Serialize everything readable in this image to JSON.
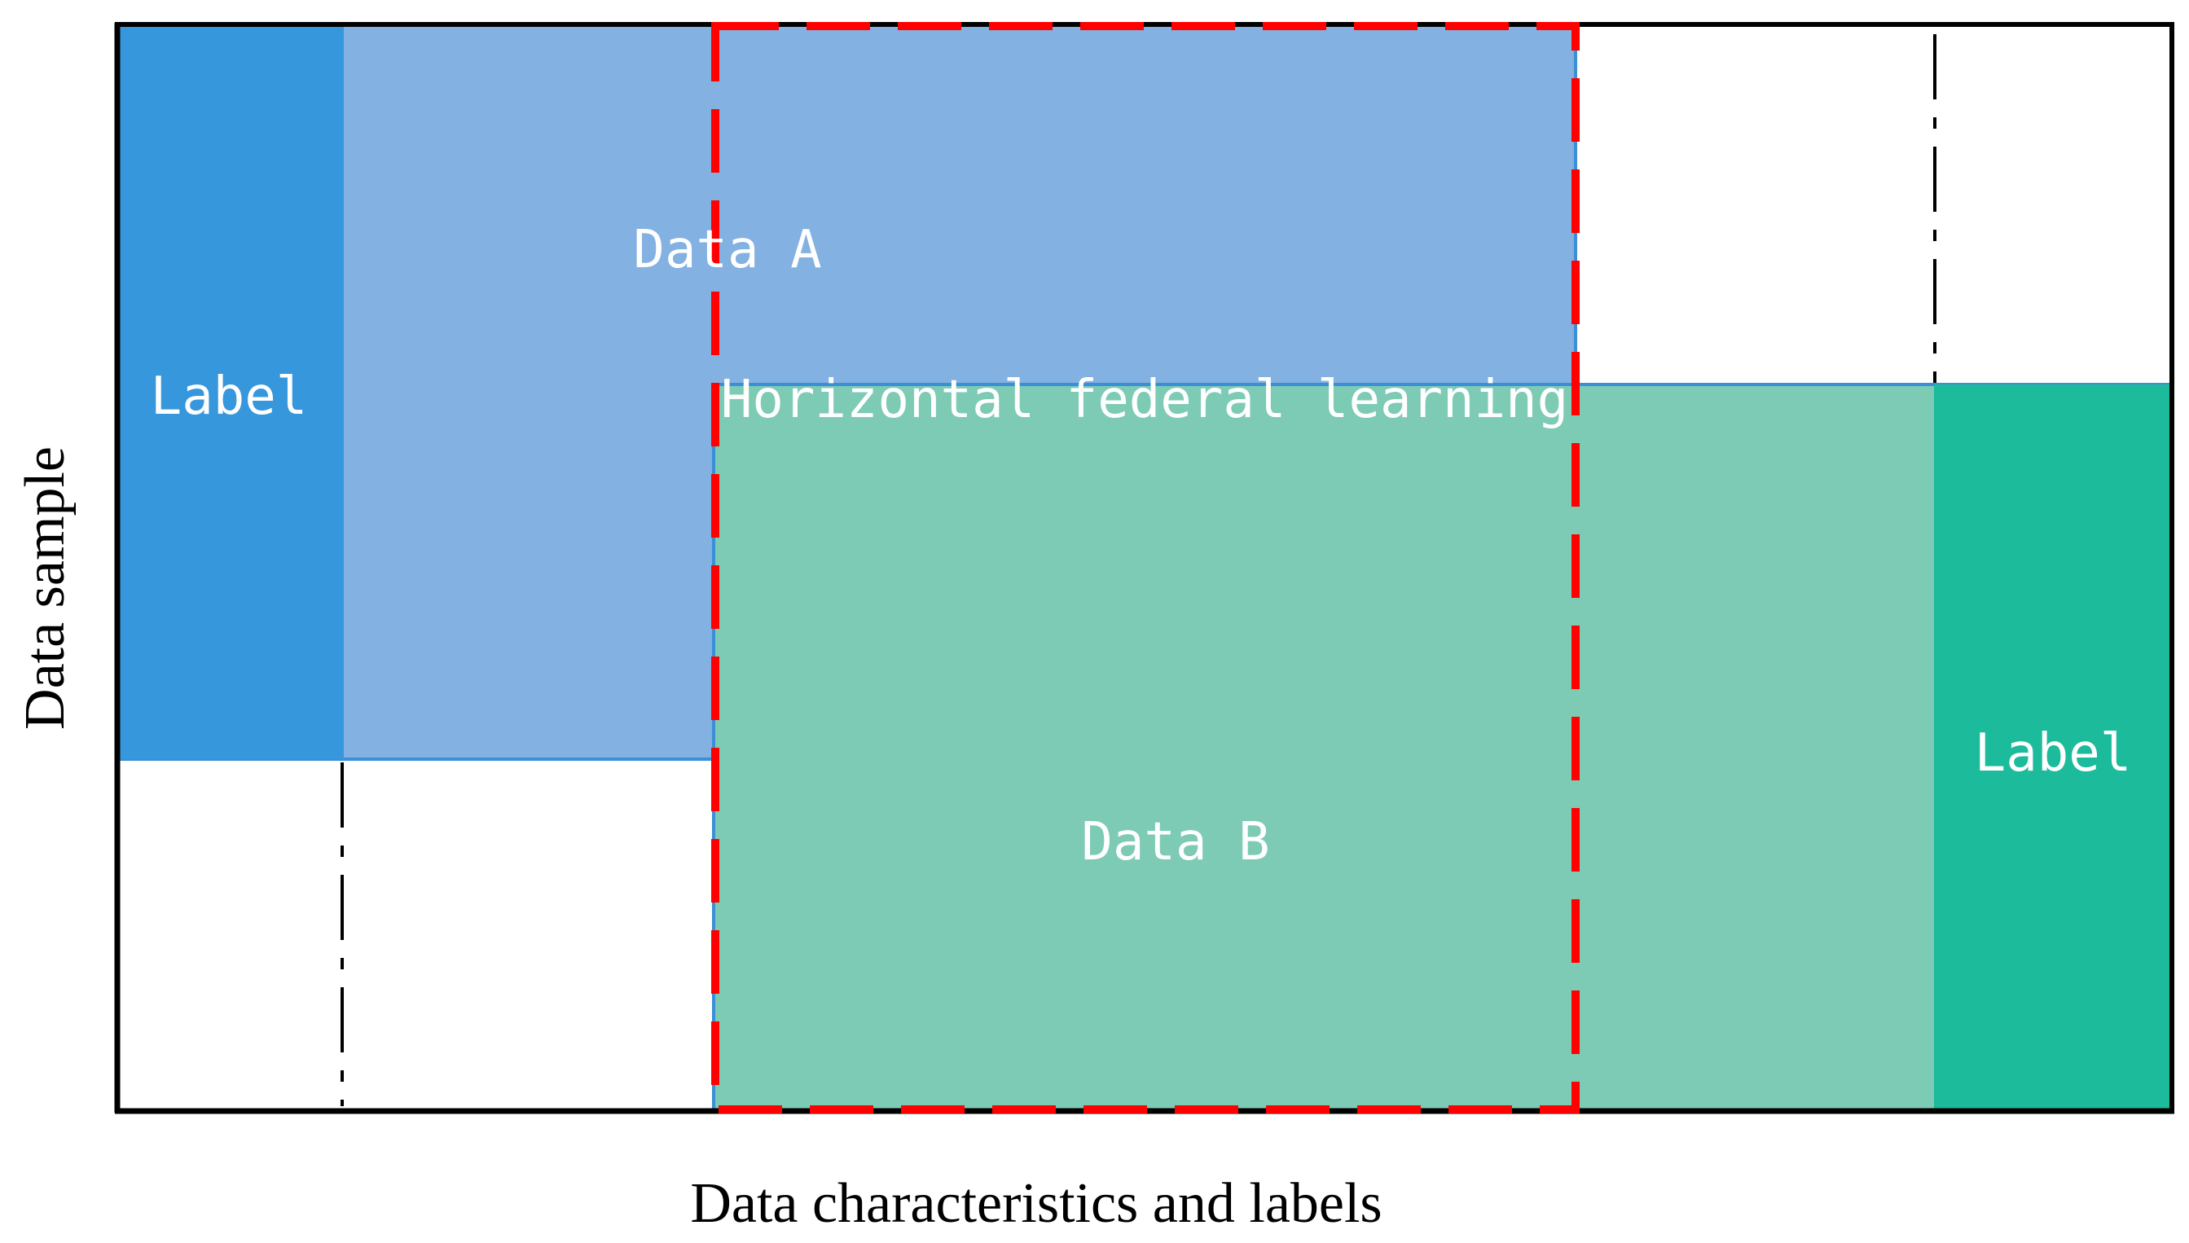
{
  "diagram": {
    "axes": {
      "y_label": "Data sample",
      "x_label": "Data characteristics and labels"
    },
    "party_a": {
      "data_label": "Data A",
      "label_column": "Label"
    },
    "party_b": {
      "data_label": "Data B",
      "label_column": "Label"
    },
    "overlap": {
      "label": "Horizontal federal learning"
    },
    "colors": {
      "frame": "#000000",
      "party_a_label": "#3797dc",
      "party_a_data": "#82b1e2",
      "party_b_data": "#7ecbb5",
      "party_b_label": "#1bbb9c",
      "overlap_border": "#ff0000",
      "box_border": "#3b8fd6"
    }
  }
}
